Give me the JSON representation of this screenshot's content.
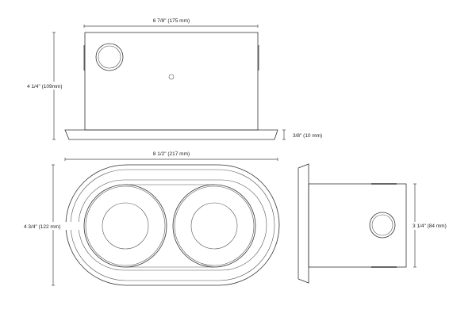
{
  "top_view": {
    "width_label": "6 7/8\" (175 mm)",
    "height_label": "4 1/4\" (109mm)",
    "flange_label": "3/8\" (10 mm)"
  },
  "front_view": {
    "width_label": "8 1/2\" (217 mm)",
    "height_label": "4 3/4\" (122 mm)"
  },
  "side_view": {
    "height_label": "3 1/4\" (84 mm)"
  }
}
